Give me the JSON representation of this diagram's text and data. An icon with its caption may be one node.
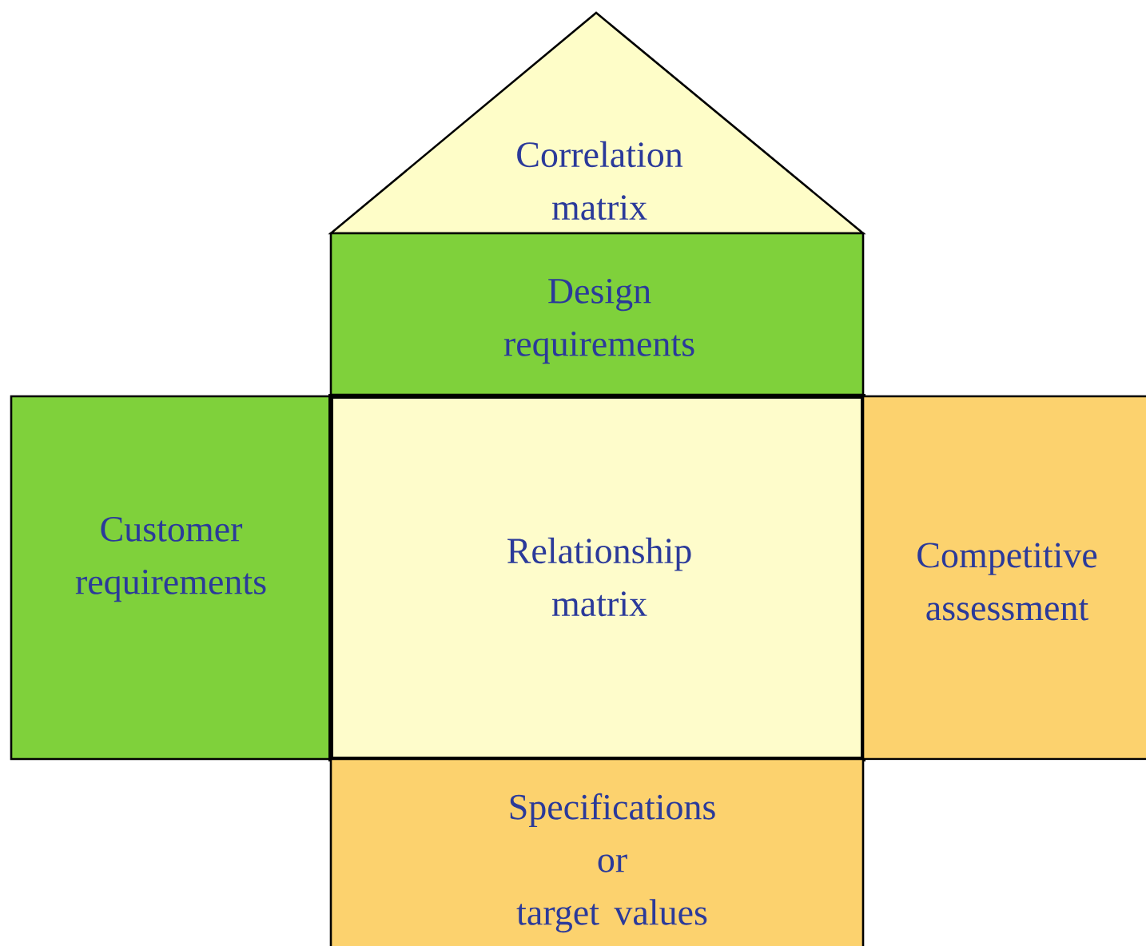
{
  "diagram": {
    "nodes": [
      {
        "text": [
          "Correlation matrix"
        ]
      },
      {
        "text": [
          "Design requirements"
        ]
      },
      {
        "text": [
          "Customer requirements"
        ]
      },
      {
        "text": [
          "Relationship matrix"
        ]
      },
      {
        "text": [
          "Competitive assessment"
        ]
      },
      {
        "text": [
          "Specifications or target values"
        ]
      }
    ]
  }
}
